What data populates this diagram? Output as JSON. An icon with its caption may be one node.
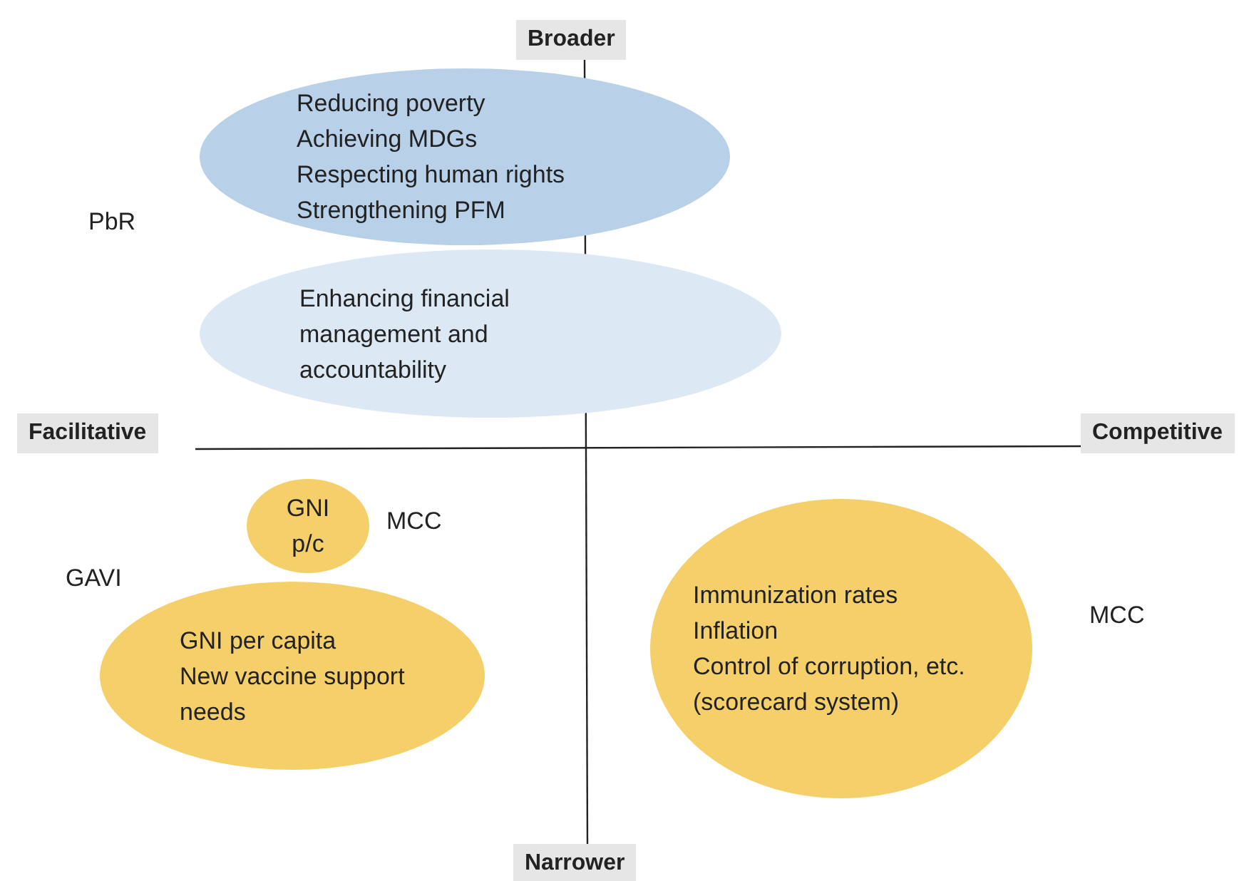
{
  "diagram": {
    "nodes": [
      {
        "text": [
          "Reducing poverty",
          "Achieving MDGs",
          "Respecting human rights",
          "Strengthening PFM"
        ]
      },
      {
        "text": [
          "Enhancing financial management and accountability"
        ]
      },
      {
        "text": [
          "GNI p/c"
        ]
      },
      {
        "text": [
          "GNI per capita",
          "New vaccine support needs"
        ]
      },
      {
        "text": [
          "Immunization rates",
          "Inflation",
          "Control of corruption, etc. (scorecard system)"
        ]
      }
    ],
    "edges": [],
    "labels": [
      "Broader",
      "PbR",
      "Facilitative",
      "Competitive",
      "MCC",
      "GAVI",
      "MCC",
      "Narrower"
    ]
  }
}
